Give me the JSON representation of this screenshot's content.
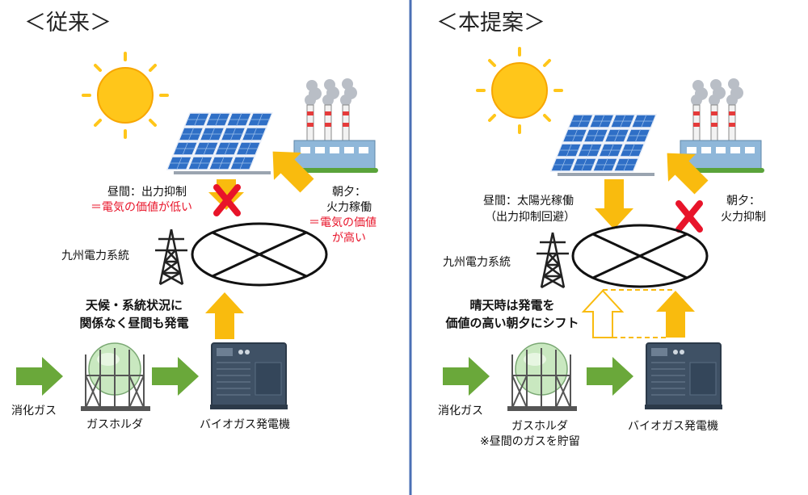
{
  "left": {
    "title": "＜従来＞",
    "daytime_label": "昼間：出力抑制",
    "daytime_note": "＝電気の価値が低い",
    "morning_label_1": "朝夕：",
    "morning_label_2": "火力稼働",
    "morning_note_1": "＝電気の価値",
    "morning_note_2": "が高い",
    "grid_label": "九州電力系統",
    "bold_note_1": "天候・系統状況に",
    "bold_note_2": "関係なく昼間も発電",
    "digestion_gas": "消化ガス",
    "gas_holder": "ガスホルダ",
    "generator": "バイオガス発電機"
  },
  "right": {
    "title": "＜本提案＞",
    "daytime_label_1": "昼間：太陽光稼働",
    "daytime_label_2": "（出力抑制回避）",
    "morning_label_1": "朝夕：",
    "morning_label_2": "火力抑制",
    "grid_label": "九州電力系統",
    "bold_note_1": "晴天時は発電を",
    "bold_note_2": "価値の高い朝夕にシフト",
    "digestion_gas": "消化ガス",
    "gas_holder": "ガスホルダ",
    "gas_holder_note": "※昼間のガスを貯留",
    "generator": "バイオガス発電機"
  },
  "colors": {
    "arrow_yellow": "#f9bb0e",
    "arrow_green": "#6aa83a",
    "cross_red": "#e8142a",
    "divider_blue": "#4a6fb5",
    "sun": "#ffc61a",
    "panel_blue": "#2f6fc6"
  }
}
